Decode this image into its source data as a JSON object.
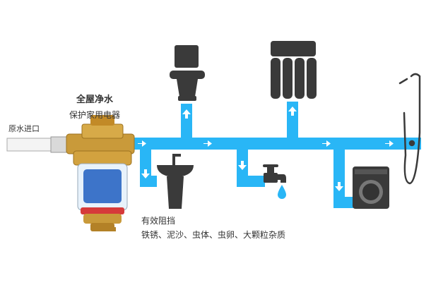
{
  "title_main": "全屋净水",
  "title_sub": "保护家用电器",
  "inlet_label": "原水进口",
  "block_title": "有效阻挡",
  "block_items": "铁锈、泥沙、虫体、虫卵、大颗粒杂质",
  "colors": {
    "pipe": "#29b6f6",
    "arrow": "#ffffff",
    "appliance": "#3a3a3a",
    "brass": "#c99a3a",
    "filter_blue": "#3d74c9",
    "text": "#333333"
  },
  "icons": [
    "toilet-icon",
    "ro-purifier-icon",
    "shower-icon",
    "basin-icon",
    "faucet-icon",
    "washing-machine-icon",
    "prefilter-icon"
  ]
}
